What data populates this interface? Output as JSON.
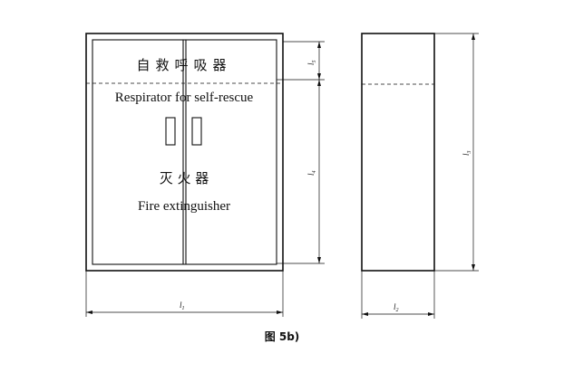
{
  "front_view": {
    "title_cn": "自救呼吸器",
    "title_en": "Respirator for self-rescue",
    "bottom_cn": "灭 火 器",
    "bottom_en": "Fire extinguisher"
  },
  "dimensions": {
    "l1": "l",
    "l1_sub": "1",
    "l2": "l",
    "l2_sub": "2",
    "l3": "l",
    "l3_sub": "3",
    "l4": "l",
    "l4_sub": "4",
    "l5": "l",
    "l5_sub": "5"
  },
  "caption": "图 5b)"
}
